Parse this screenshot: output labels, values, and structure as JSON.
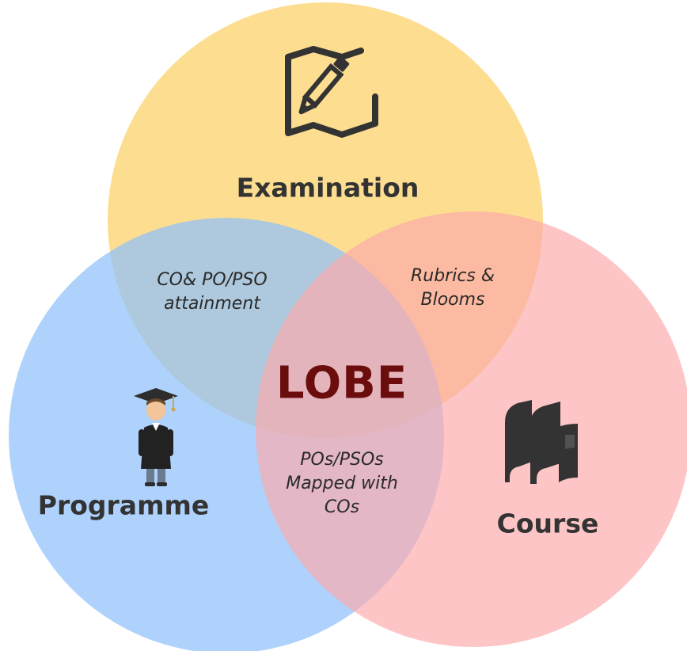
{
  "sets": {
    "examination": {
      "label": "Examination",
      "color": "#fcd36b"
    },
    "programme": {
      "label": "Programme",
      "color": "#8fc0fb"
    },
    "course": {
      "label": "Course",
      "color": "#fca9ab"
    }
  },
  "overlaps": {
    "examination_programme": [
      "CO& PO/PSO",
      "attainment"
    ],
    "examination_course": [
      "Rubrics &",
      "Blooms"
    ],
    "programme_course": [
      "POs/PSOs",
      "Mapped with",
      "COs"
    ]
  },
  "center": {
    "label": "LOBE",
    "color": "#6b0d0d"
  },
  "icons": {
    "examination": "map-pencil-icon",
    "programme": "graduate-student-icon",
    "course": "books-icon"
  }
}
